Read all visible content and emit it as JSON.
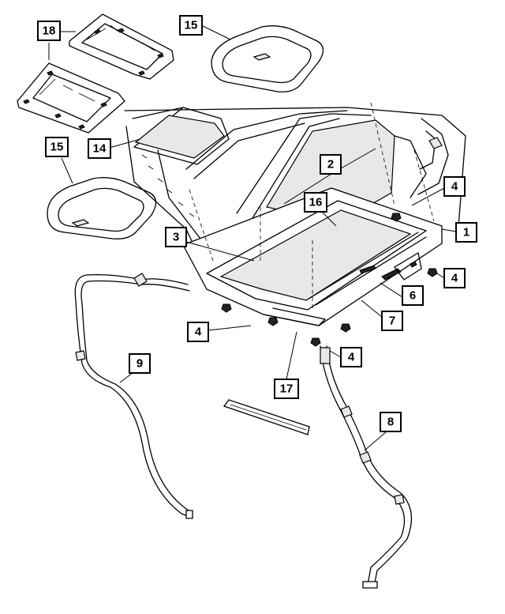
{
  "callouts": {
    "c1": "1",
    "c2": "2",
    "c3": "3",
    "c4a": "4",
    "c4b": "4",
    "c4c": "4",
    "c4d": "4",
    "c6": "6",
    "c7": "7",
    "c8": "8",
    "c9": "9",
    "c14": "14",
    "c15a": "15",
    "c15b": "15",
    "c16": "16",
    "c17": "17",
    "c18": "18"
  }
}
